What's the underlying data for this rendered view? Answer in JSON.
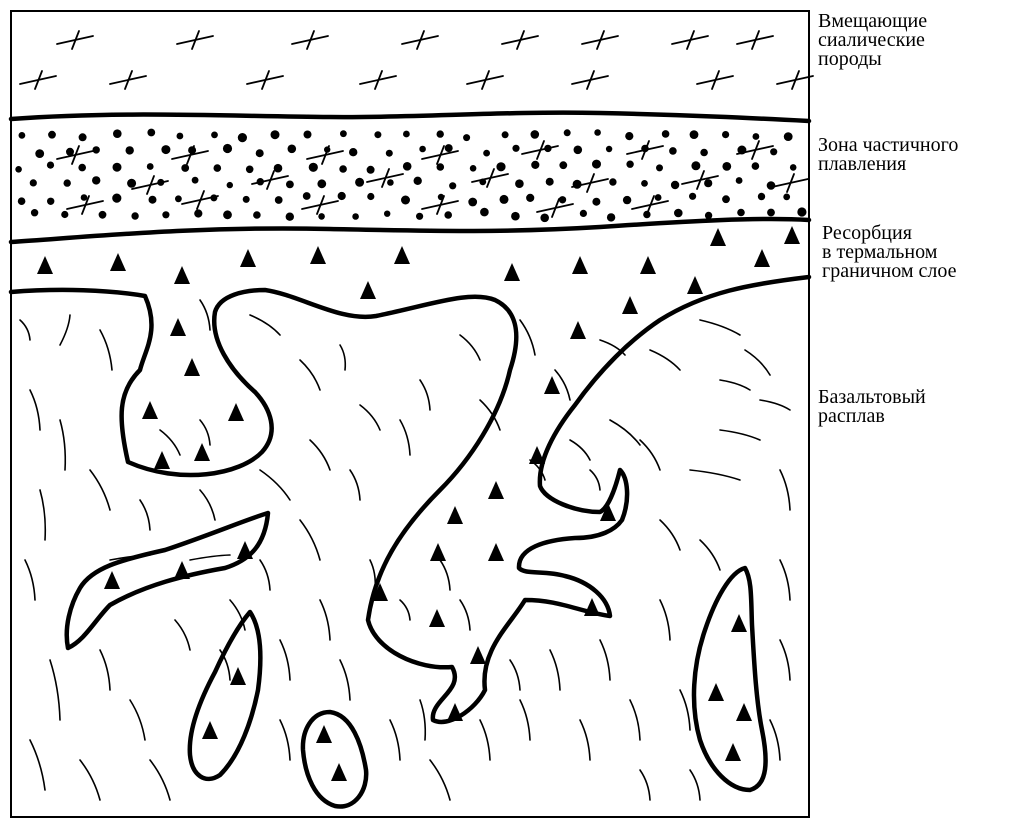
{
  "diagram": {
    "labels": {
      "host_rocks": "Вмещающие\nсиалические\nпороды",
      "partial_melting_zone": "Зона частичного\nплавления",
      "resorption_layer": "Ресорбция\nв термальном\nграничном слое",
      "basalt_melt": "Базальтовый\nрасплав"
    },
    "legend_symbols": {
      "host_rocks": "cross-hatch",
      "partial_melting_zone": "dots-and-crosses",
      "resorption": "triangles",
      "basalt_melt": "flow-lines"
    },
    "colors": {
      "ink": "#000000",
      "background": "#ffffff"
    }
  }
}
